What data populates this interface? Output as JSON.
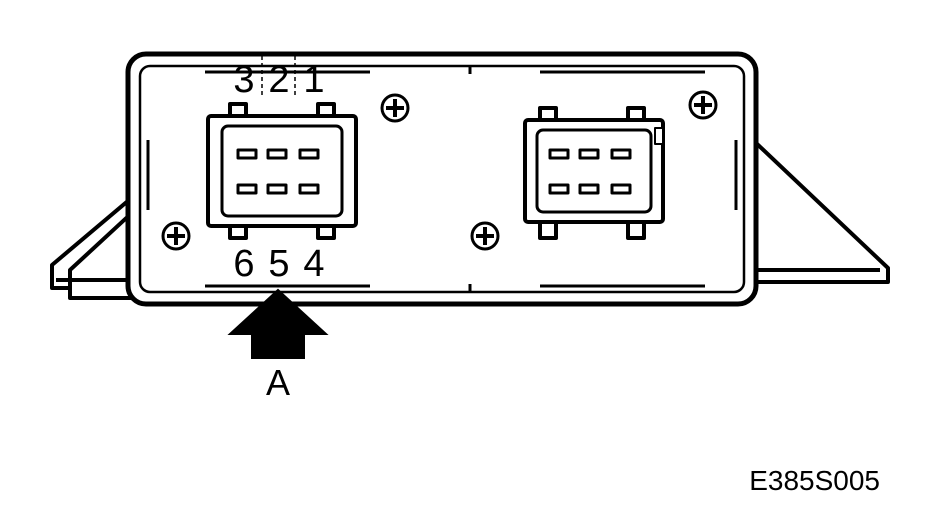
{
  "diagram": {
    "top_pins": [
      "3",
      "2",
      "1"
    ],
    "bottom_pins": [
      "6",
      "5",
      "4"
    ],
    "callout": "A",
    "figure_code": "E385S005"
  }
}
